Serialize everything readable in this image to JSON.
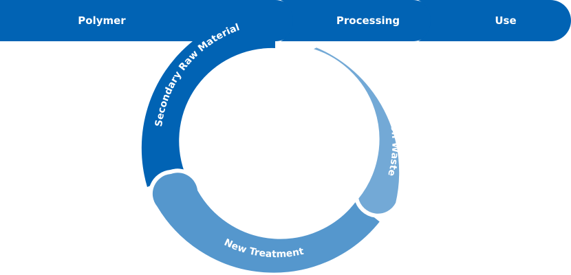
{
  "colors": {
    "dark_blue": "#0163b4",
    "mid_blue": "#5597cd",
    "light_blue": "#73a9d6",
    "separator": "#ffffff",
    "text": "#ffffff"
  },
  "pipeline": {
    "stages": [
      {
        "label": "Polymer"
      },
      {
        "label": "Processing"
      },
      {
        "label": "Use"
      }
    ]
  },
  "cycle": {
    "segments": [
      {
        "label": "Secondary Raw Material"
      },
      {
        "label": "Production Waste"
      },
      {
        "label": "New Treatment"
      }
    ]
  }
}
